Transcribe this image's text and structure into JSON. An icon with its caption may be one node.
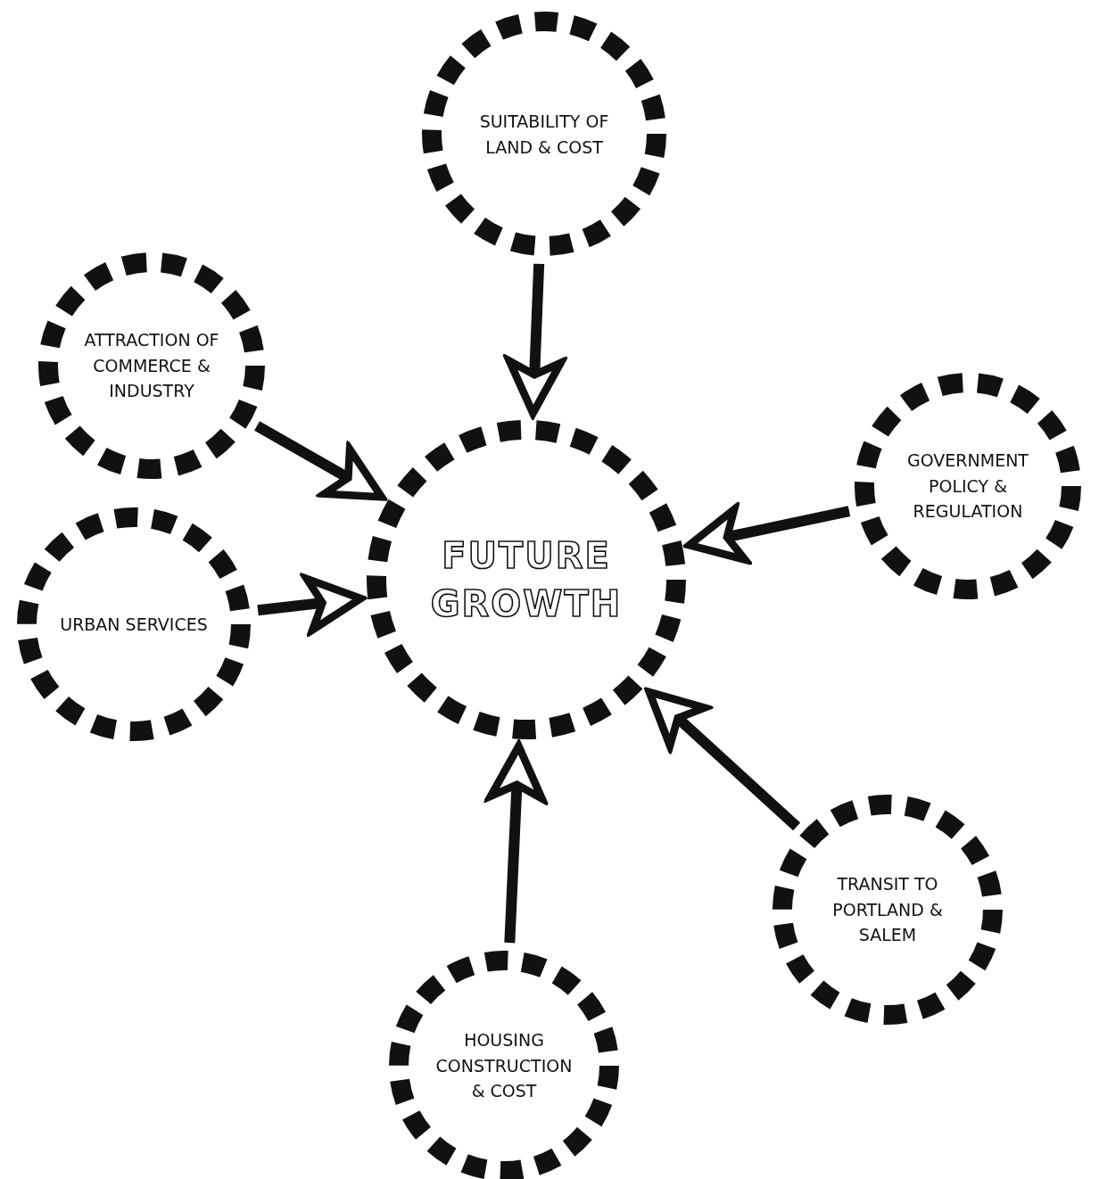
{
  "diagram": {
    "nodes": [
      {
        "text": [
          "FUTURE GROWTH"
        ]
      },
      {
        "text": [
          "SUITABILITY OF LAND & COST"
        ]
      },
      {
        "text": [
          "ATTRACTION OF COMMERCE & INDUSTRY"
        ]
      },
      {
        "text": [
          "GOVERNMENT POLICY & REGULATION"
        ]
      },
      {
        "text": [
          "URBAN SERVICES"
        ]
      },
      {
        "text": [
          "HOUSING CONSTRUCTION & COST"
        ]
      },
      {
        "text": [
          "TRANSIT TO PORTLAND & SALEM"
        ]
      }
    ],
    "edges": [
      {
        "from": 1,
        "to": 0,
        "arrow": "to"
      },
      {
        "from": 2,
        "to": 0,
        "arrow": "to"
      },
      {
        "from": 3,
        "to": 0,
        "arrow": "to"
      },
      {
        "from": 4,
        "to": 0,
        "arrow": "to"
      },
      {
        "from": 5,
        "to": 0,
        "arrow": "to"
      },
      {
        "from": 6,
        "to": 0,
        "arrow": "to"
      }
    ]
  }
}
